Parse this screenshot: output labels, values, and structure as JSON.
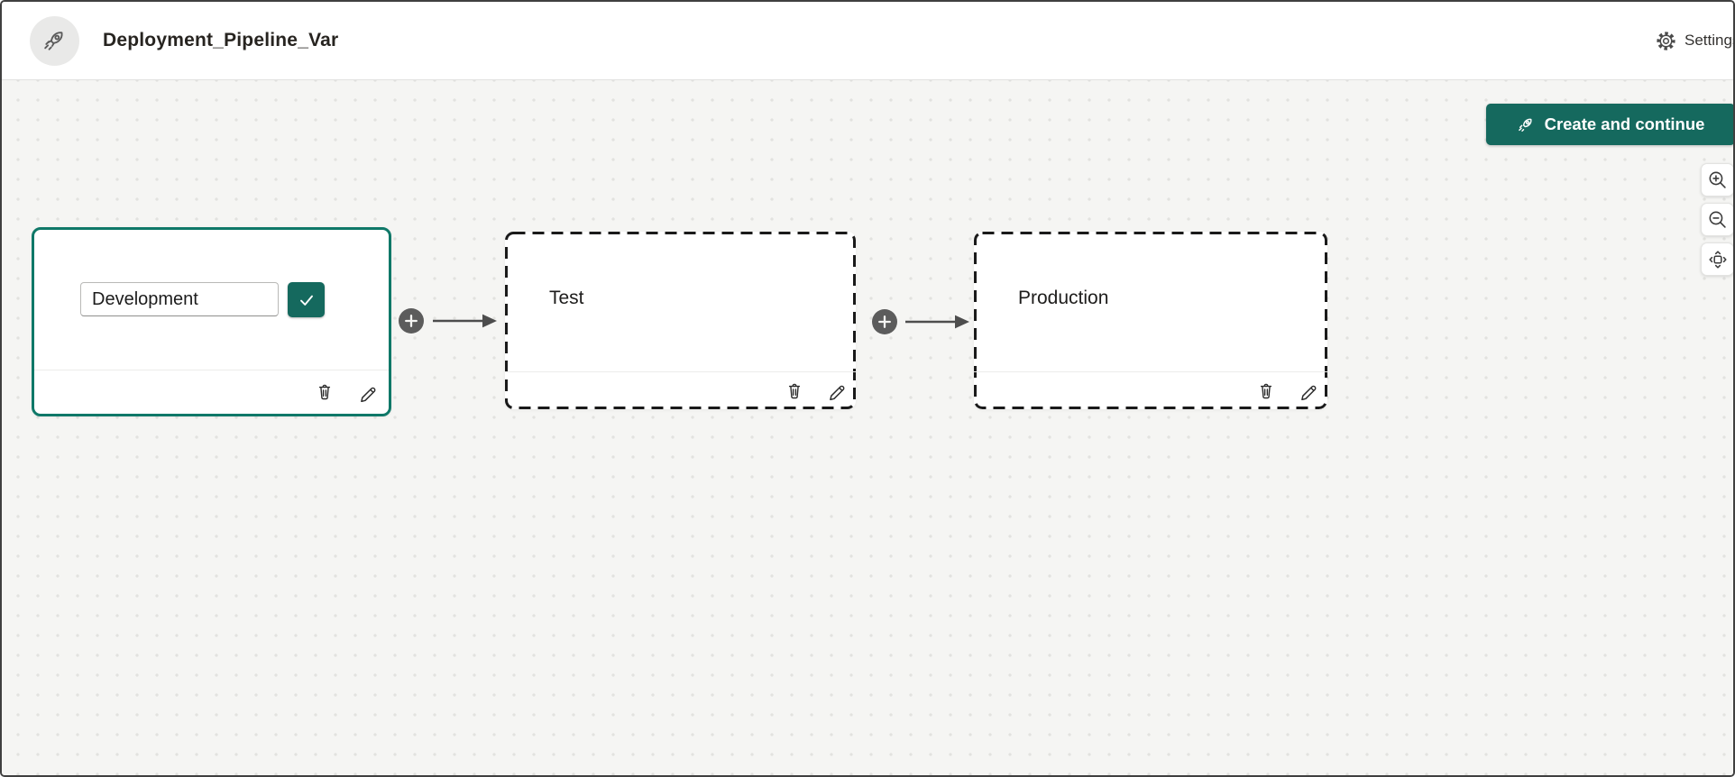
{
  "header": {
    "title": "Deployment_Pipeline_Var",
    "avatar_icon": "rocket-icon",
    "settings": {
      "label": "Settings",
      "icon": "gear-icon"
    }
  },
  "toolbar": {
    "create_button": {
      "label": "Create and continue",
      "icon": "rocket-icon"
    }
  },
  "zoom_controls": [
    {
      "name": "zoom-in",
      "icon": "magnifier-plus-icon"
    },
    {
      "name": "zoom-out",
      "icon": "magnifier-minus-icon"
    },
    {
      "name": "fit-to-screen",
      "icon": "fit-screen-icon"
    }
  ],
  "pipeline": {
    "stages": [
      {
        "name": "Development",
        "state": "editing",
        "input_value": "Development",
        "border_style": "solid-selected",
        "actions": [
          "confirm",
          "delete",
          "edit"
        ]
      },
      {
        "name": "Test",
        "border_style": "dashed",
        "actions": [
          "delete",
          "edit"
        ]
      },
      {
        "name": "Production",
        "border_style": "dashed",
        "actions": [
          "delete",
          "edit"
        ]
      }
    ],
    "connectors": [
      {
        "type": "add-stage",
        "icon": "plus-circle-icon",
        "arrow": "right"
      },
      {
        "type": "add-stage",
        "icon": "plus-circle-icon",
        "arrow": "right"
      }
    ]
  },
  "colors": {
    "accent": "#0F7868",
    "primary": "#15695E",
    "canvas_bg": "#f5f5f3",
    "dot": "#e2e2df",
    "dash": "#1a1a1a",
    "connector": "#5c5c5c",
    "header_bg": "#ffffff"
  }
}
